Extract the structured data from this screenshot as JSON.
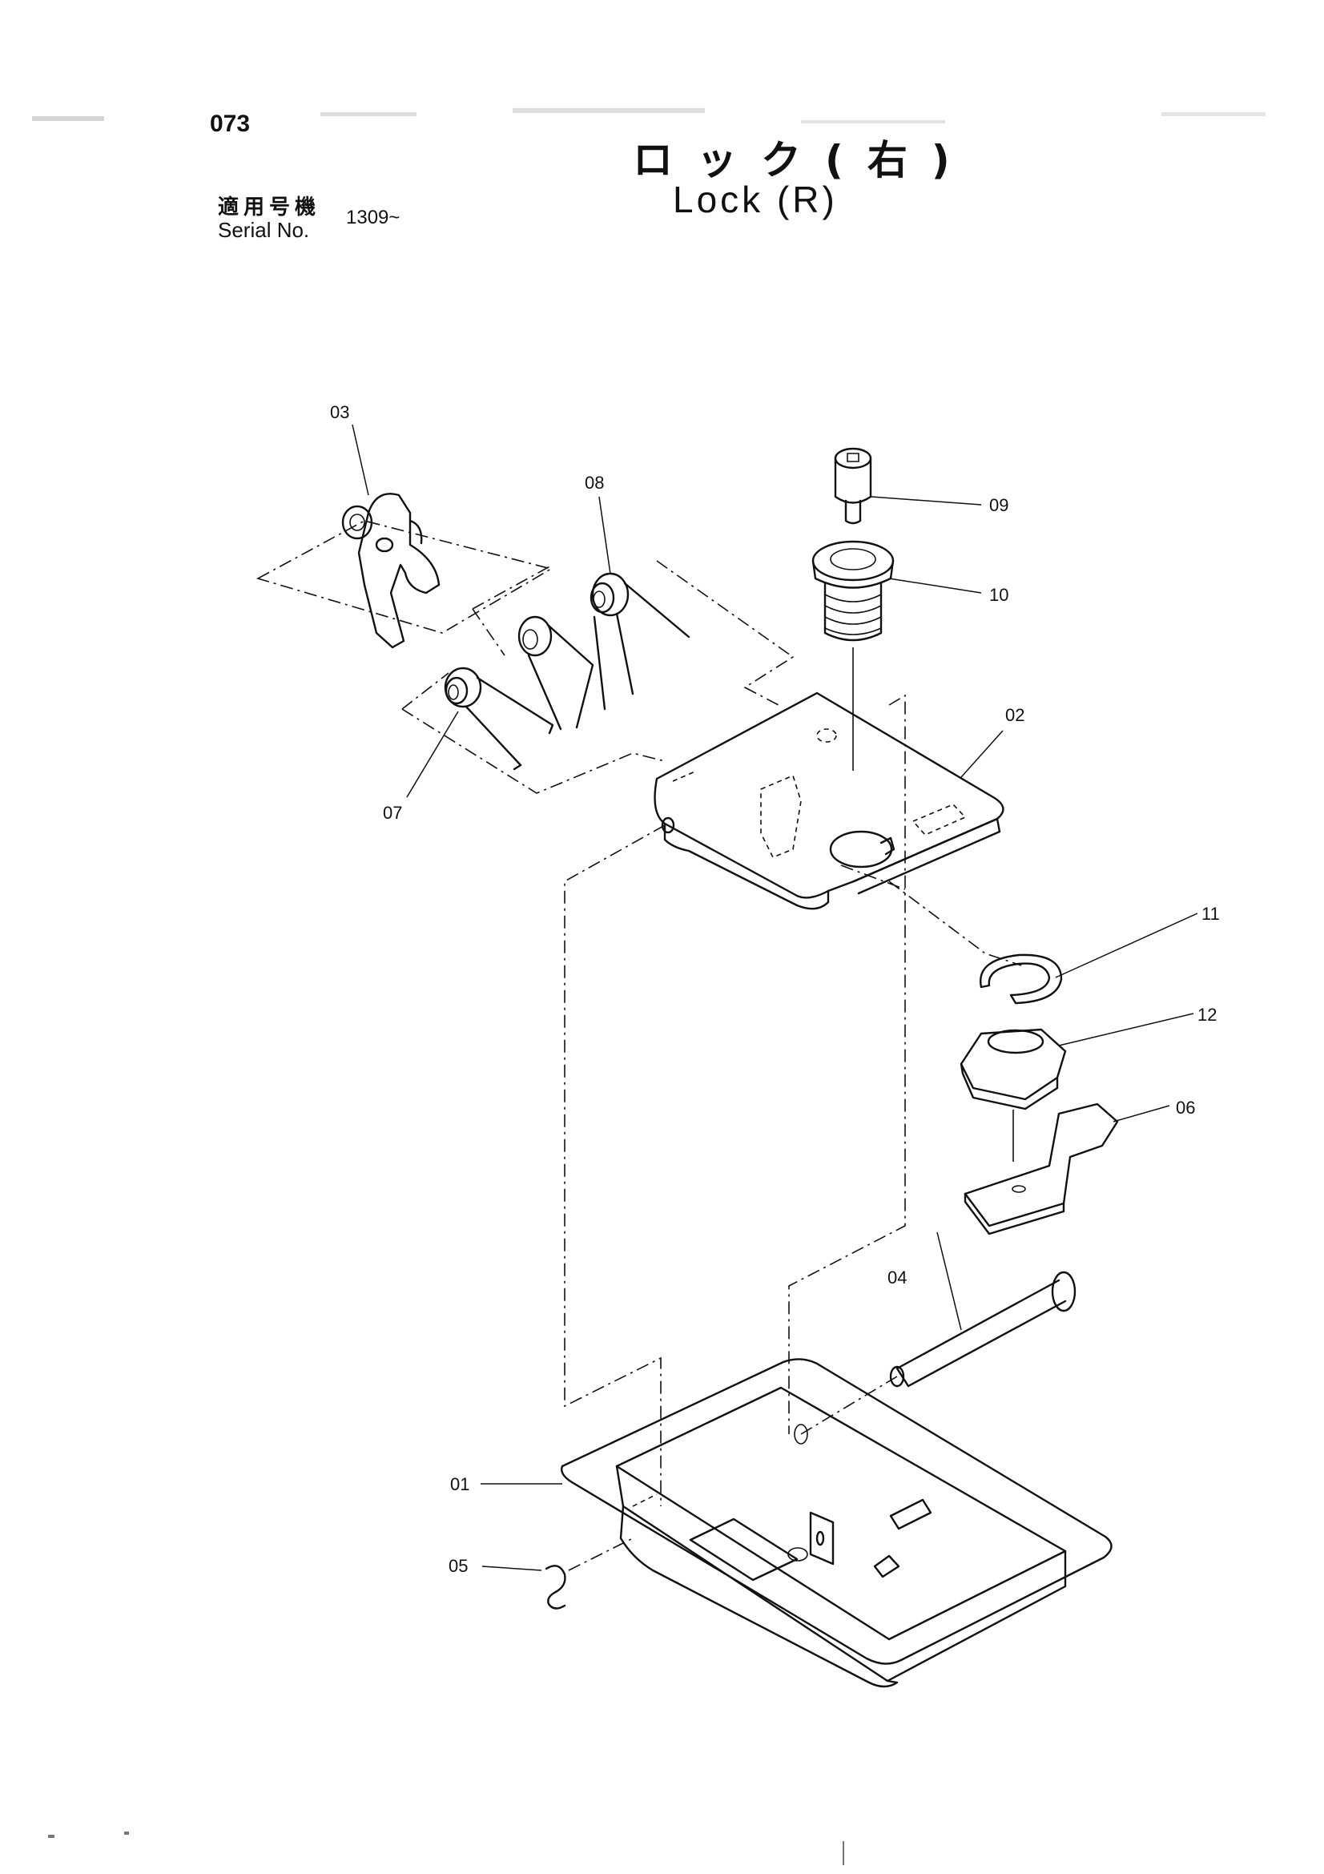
{
  "header": {
    "page_number": "073",
    "title_jp": "ロック(右)",
    "title_en": "Lock (R)",
    "serial_label_jp": "適用号機",
    "serial_label_en": "Serial No.",
    "serial_value": "1309~"
  },
  "callouts": [
    {
      "id": "label-03",
      "text": "03"
    },
    {
      "id": "label-08",
      "text": "08"
    },
    {
      "id": "label-09",
      "text": "09"
    },
    {
      "id": "label-10",
      "text": "10"
    },
    {
      "id": "label-02",
      "text": "02"
    },
    {
      "id": "label-07",
      "text": "07"
    },
    {
      "id": "label-11",
      "text": "11"
    },
    {
      "id": "label-12",
      "text": "12"
    },
    {
      "id": "label-06",
      "text": "06"
    },
    {
      "id": "label-04",
      "text": "04"
    },
    {
      "id": "label-01",
      "text": "01"
    },
    {
      "id": "label-05",
      "text": "05"
    }
  ],
  "colors": {
    "ink": "#111111",
    "paper": "#ffffff"
  }
}
